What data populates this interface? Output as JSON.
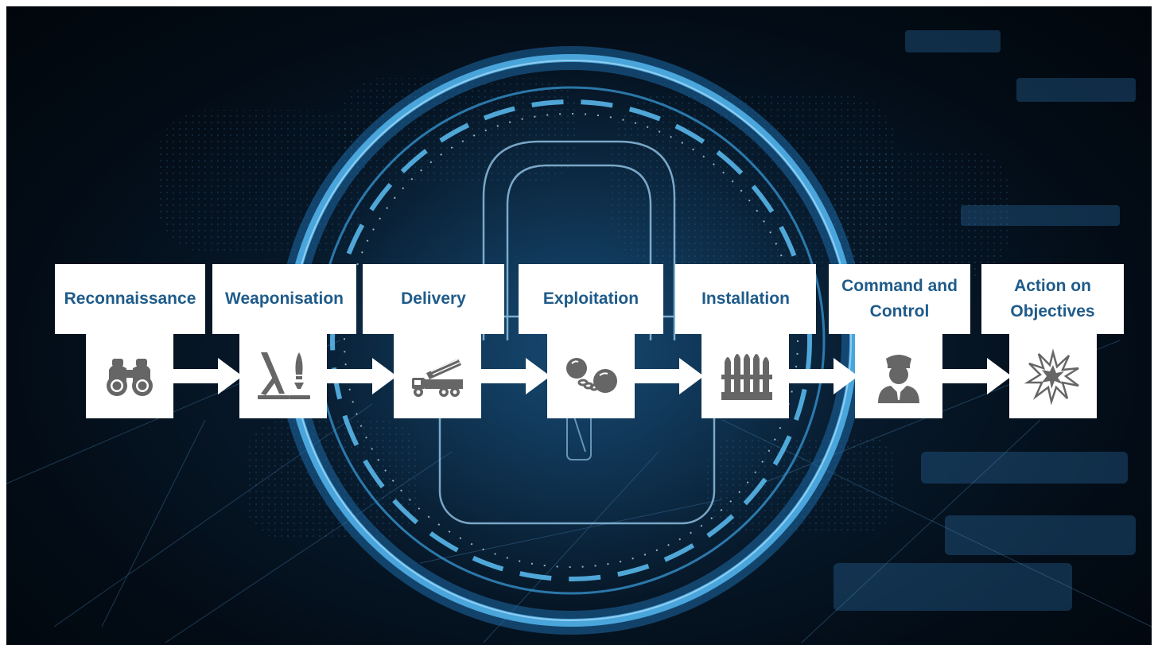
{
  "diagram": {
    "stages": [
      {
        "label": "Reconnaissance",
        "icon": "binoculars-icon"
      },
      {
        "label": "Weaponisation",
        "icon": "mortar-icon"
      },
      {
        "label": "Delivery",
        "icon": "rocket-launcher-truck-icon"
      },
      {
        "label": "Exploitation",
        "icon": "ball-and-chain-icon"
      },
      {
        "label": "Installation",
        "icon": "ammunition-shells-icon"
      },
      {
        "label": "Command and\nControl",
        "icon": "officer-icon"
      },
      {
        "label": "Action on\nObjectives",
        "icon": "explosion-icon"
      }
    ],
    "colors": {
      "label_text": "#1f5b8a",
      "icon_fill": "#666666",
      "box_fill": "#ffffff",
      "background": "#05121f",
      "ring": "#3aa0e0"
    }
  }
}
